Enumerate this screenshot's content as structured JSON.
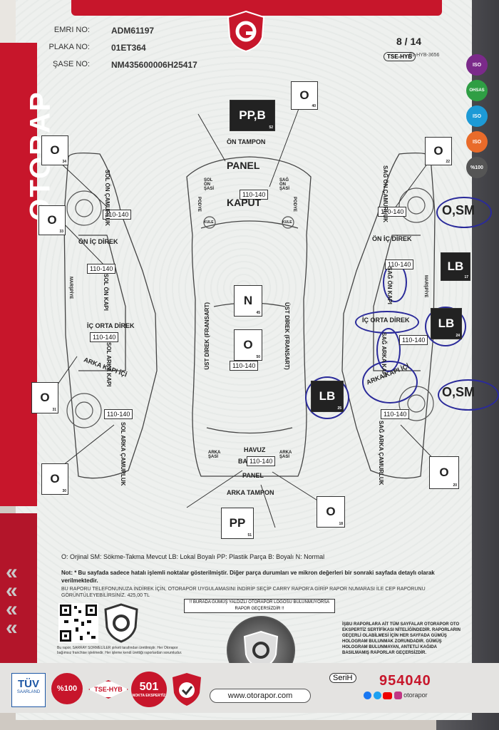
{
  "header": {
    "fields": [
      {
        "label": "EMRI NO:",
        "value": "ADM61197"
      },
      {
        "label": "PLAKA NO:",
        "value": "01ET364"
      },
      {
        "label": "ŞASE NO:",
        "value": "NM435600006H25417"
      }
    ],
    "page": "8 / 14",
    "tse_badge": "TSE-HYB",
    "tse_code": "01-HYB-3656"
  },
  "brand": {
    "vertical_text": "OTORAP",
    "accent": "#c7162b"
  },
  "iso_badges": [
    {
      "text": "ISO",
      "color": "#7b2a8a"
    },
    {
      "text": "OHSAS",
      "color": "#2f9e44"
    },
    {
      "text": "ISO",
      "color": "#1d9ad6"
    },
    {
      "text": "ISO",
      "color": "#e96b2a"
    },
    {
      "text": "%100",
      "color": "#555555"
    }
  ],
  "parts": {
    "on_tampon": "ÖN TAMPON",
    "panel_top": "PANEL",
    "kaput": "KAPUT",
    "sol_on_sasi": "SOL ÖN ŞASİ",
    "sag_on_sasi": "SAĞ ÖN ŞASİ",
    "podye_l": "PODYE",
    "podye_r": "PODYE",
    "kule_l": "KULE",
    "kule_r": "KULE",
    "sol_on_camurluk": "SOL ÖN ÇAMURLUK",
    "sag_on_camurluk": "SAĞ ÖN ÇAMURLUK",
    "on_ic_direk_l": "ÖN İÇ DİREK",
    "on_ic_direk_r": "ÖN İÇ DİREK",
    "sol_on_kapi": "SOL ÖN KAPI",
    "sag_on_kapi": "SAĞ ÖN KAPI",
    "marspiye_l": "MARŞPİYE",
    "marspiye_r": "MARŞPİYE",
    "ic_orta_direk_l": "İÇ ORTA DİREK",
    "ic_orta_direk_r": "İÇ ORTA DİREK",
    "sol_arka_kapi": "SOL ARKA KAPI",
    "sag_arka_kapi": "SAĞ ARKA KAPI",
    "arka_kapi_ici_l": "ARKA KAPI İÇİ",
    "arka_kapi_ici_r": "ARKA KAPI İÇİ",
    "ust_direk_l": "ÜST DİREK (FRANSART)",
    "ust_direk_r": "ÜST DİREK (FRANSART)",
    "sol_arka_camurluk": "SOL ARKA ÇAMURLUK",
    "sag_arka_camurluk": "SAĞ ARKA ÇAMURLUK",
    "havuz": "HAVUZ",
    "bagaj": "BA",
    "panel_bottom": "PANEL",
    "arka_sasi_l": "ARKA ŞASİ",
    "arka_sasi_r": "ARKA ŞASİ",
    "arka_tampon": "ARKA TAMPON"
  },
  "codes": {
    "on_tampon": "PP,B",
    "kaput": "O",
    "sol_on_camurluk": "O",
    "sol_on_kapi": "O",
    "sol_arka_kapi": "O",
    "sol_arka_camurluk": "O",
    "sag_on_camurluk": "O",
    "sag_on_camurluk_ink": "O,SM",
    "sag_on_kapi": "LB",
    "sag_arka_kapi": "LB",
    "sag_arka_ink": "O,SM",
    "sag_arka_camurluk": "O",
    "tavan_n": "N",
    "tavan_o": "O",
    "arka_left_lb": "LB",
    "bagaj": "O",
    "arka_tampon": "PP"
  },
  "sub_numbers": {
    "on_tampon": "52",
    "kaput": "40",
    "sol_on_camurluk": "34",
    "sol_on_kapi": "33",
    "sol_arka_kapi": "31",
    "sol_arka_camurluk": "30",
    "sag_on_camurluk": "22",
    "sag_on_kapi": "17",
    "sag_arka_kapi": "24",
    "sag_arka_camurluk": "20",
    "tavan_n": "45",
    "tavan_o": "50",
    "arka_left_lb": "25",
    "bagaj": "18",
    "arka_tampon": "51"
  },
  "measurements": {
    "kaput": "110-140",
    "sol_on_camurluk": "110-140",
    "sol_on_kapi": "110-140",
    "sol_arka_kapi": "110-140",
    "sol_arka_camurluk": "110-140",
    "sag_on_camurluk": "110-140",
    "sag_on_kapi": "110-140",
    "sag_arka_kapi": "110-140",
    "sag_arka_camurluk": "110-140",
    "tavan": "110-140",
    "bagaj": "110-140"
  },
  "legend": "O: Orjinal SM: Sökme-Takma Mevcut LB: Lokal Boyalı PP: Plastik Parça B: Boyalı N: Normal",
  "note": "Not: * Bu sayfada sadece hatalı işlemli noktalar gösterilmiştir. Diğer parça durumları ve mikron değerleri bir sonraki sayfada detaylı olarak verilmektedir.",
  "note2": "BU RAPORU TELEFONUNUZA İNDİREK İÇİN, OTORAPOR UYGULAMASINI İNDİRİP SEÇİP CARRY RAPOR'A GİRİP RAPOR NUMARASI İLE CEP RAPORUNU GÖRÜNTÜLEYEBİLİRSİNİZ. 425,00 TL",
  "warn_box": "!! BURADA GÜMÜŞ YALDIZLI OTORAPOR LOGOSU BULUNMUYORSA RAPOR GEÇERSİZDİR !!",
  "qr_caption": "Bu rapor, SARRAY SORMELİLER şirketi tarafından üretilmiştir. Her Otorapor bağımsız franchise işletmedir. Her işleme kendi ürettiği raporlardan sorumludur.",
  "right_text": "İŞBU RAPORLARA AİT TÜM SAYFALAR OTORAPOR OTO EKSPERTİZ SERTİFİKASI NİTELİĞİNDEDİR. RAPORLARIN GEÇERLİ OLABİLMESİ İÇİN HER SAYFADA GÜMÜŞ HOLOGRAM BULUNMAK ZORUNDADIR. GÜMÜŞ HOLOGRAM BULUNMAYAN, ANTETLİ KAĞIDA BASILMAMIŞ RAPORLAR GEÇERSİZDİR.",
  "footer": {
    "tuv": "TÜV",
    "tuv_sub": "SAARLAND",
    "percent": "%100",
    "tse": "TSE-HYB",
    "nokta_num": "501",
    "nokta_text": "NOKTA EKSPERTİZ",
    "website": "www.otorapor.com",
    "serih": "SeriH",
    "serial": "954040",
    "social": "otorapor"
  }
}
